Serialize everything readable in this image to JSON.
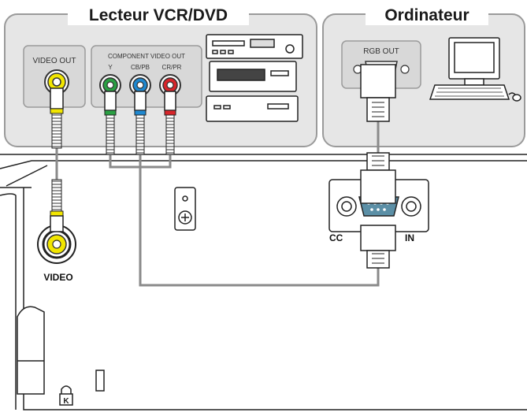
{
  "titles": {
    "vcr_dvd": "Lecteur VCR/DVD",
    "computer": "Ordinateur"
  },
  "source_labels": {
    "video_out": "VIDEO OUT",
    "component_video_out": "COMPONENT VIDEO OUT",
    "y": "Y",
    "cb_pb": "CB/PB",
    "cr_pr": "CR/PR",
    "rgb_out": "RGB OUT"
  },
  "projector_labels": {
    "video": "VIDEO",
    "computer_in_left": "CC",
    "computer_in_right": "IN"
  },
  "colors": {
    "panel_fill": "#e6e6e6",
    "panel_stroke": "#9a9a9a",
    "cable": "#8a8a8a",
    "rca_yellow": "#f2e600",
    "rca_green": "#2aa043",
    "rca_blue": "#1e88d0",
    "rca_red": "#d8252a",
    "dsub_blue": "#5b8fa6"
  },
  "icons": {
    "vcr": "vcr-device-icon",
    "dvd": "dvd-player-icon",
    "computer": "desktop-computer-icon",
    "lock": "kensington-lock-icon"
  }
}
